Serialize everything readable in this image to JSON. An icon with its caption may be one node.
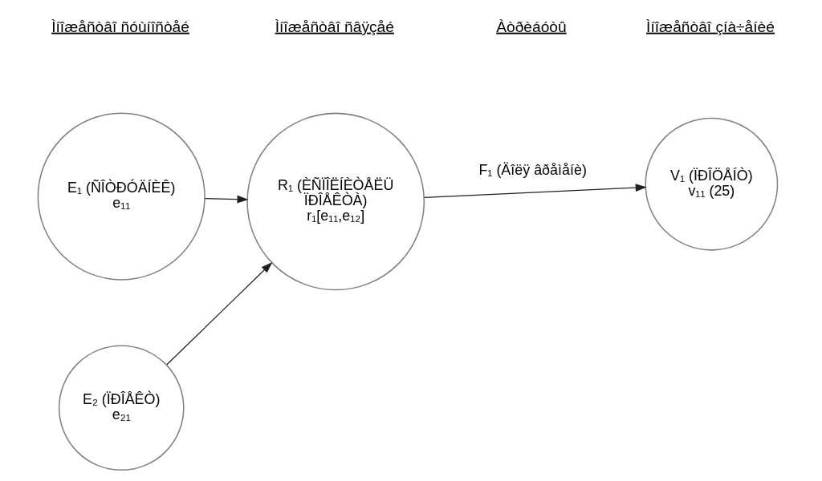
{
  "diagram": {
    "nodes": [
      {
        "text": [
          "E₁ (ÑÎÒÐÓÄÍÈÊ)",
          "e₁₁"
        ]
      },
      {
        "text": [
          "V₁ (ÏÐÎÖÅÍÒ)",
          "v₁₁ (25)"
        ]
      },
      {
        "text": [
          "R₁ (ÈÑÏÎËÍÈÒÅËÜ ÏÐÎÅÊÒÀ)",
          "r₁[e₁₁,e₁₂]"
        ]
      },
      {
        "text": [
          "E₂ (ÏÐÎÅÊÒ)",
          "e₂₁"
        ]
      }
    ],
    "edges": [
      {
        "from": 0,
        "to": 2,
        "arrow": "to"
      },
      {
        "from": 3,
        "to": 2,
        "arrow": "to"
      },
      {
        "from": 2,
        "to": 1,
        "arrow": "to",
        "label": "F₁ (Äîëÿ âðåìåíè)"
      }
    ],
    "labels": [
      "Ìíîæåñòâî ñóùíîñòåé",
      "Ìíîæåñòâî ñâÿçåé",
      "Àòðèáóòû",
      "Ìíîæåñòâî çíà÷åíèé"
    ]
  }
}
